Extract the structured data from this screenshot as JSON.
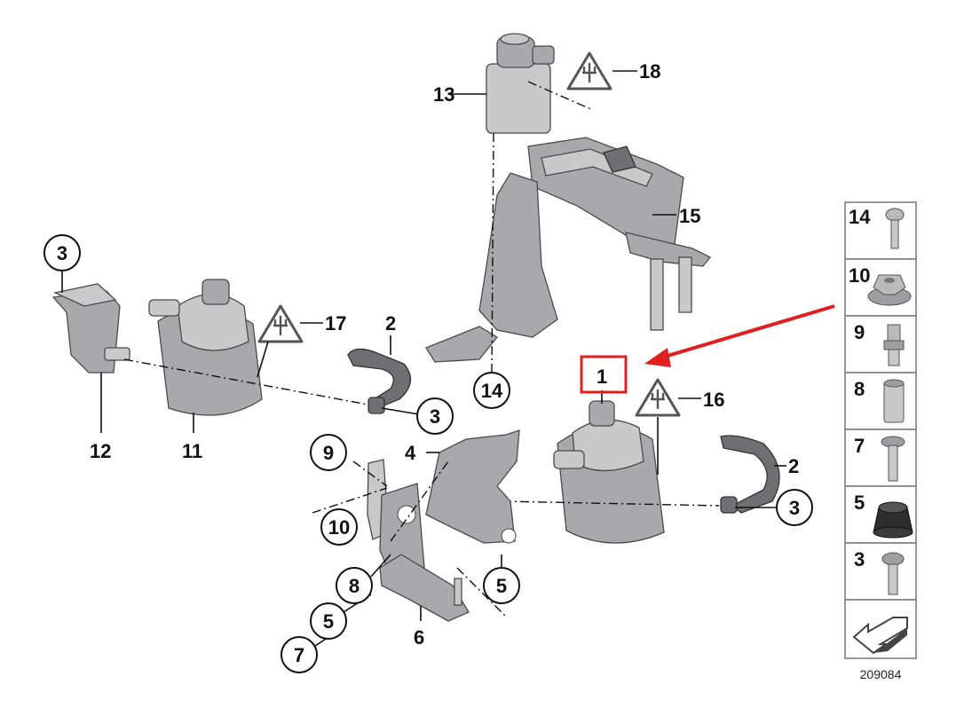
{
  "callouts": {
    "c1": "1",
    "c2a": "2",
    "c2b": "2",
    "c3a": "3",
    "c3b": "3",
    "c3c": "3",
    "c4": "4",
    "c5a": "5",
    "c5b": "5",
    "c6": "6",
    "c7": "7",
    "c8": "8",
    "c9": "9",
    "c10": "10",
    "c11": "11",
    "c12": "12",
    "c13": "13",
    "c14": "14",
    "c15": "15",
    "c16": "16",
    "c17": "17",
    "c18": "18"
  },
  "legend": {
    "items": [
      "14",
      "10",
      "9",
      "8",
      "7",
      "5",
      "3"
    ]
  },
  "diagram_code": "209084",
  "highlight_color": "#e02020",
  "icons": [
    "electrical-warning-icon",
    "arrow-icon"
  ]
}
